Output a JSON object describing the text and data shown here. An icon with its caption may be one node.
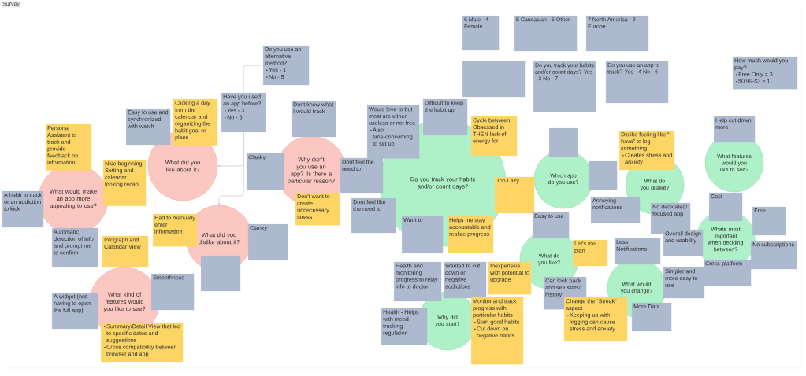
{
  "diagram": {
    "nodes": [
      {
        "text": [
          "6 Male - 4 Female"
        ]
      },
      {
        "text": [
          "5 Caucasian - 5 Other"
        ]
      },
      {
        "text": [
          "7 North America - 3 Europe"
        ]
      },
      {
        "text": [],
        "shape": "box"
      },
      {
        "text": [
          "Do you track your habits and/or count days? Yes - 3 No - 7"
        ]
      },
      {
        "text": [
          "Do you use an app to track? Yes - 4 No - 6"
        ]
      },
      {
        "text": [
          "How much would you pay?",
          "Free Only = 3",
          "$0.99-$3 = 1"
        ]
      },
      {
        "text": [
          "Do you use an alternative method?",
          "Yes - 1",
          "No - 5"
        ]
      },
      {
        "text": [
          "Have you used an app before?",
          "Yes - 3",
          "No - 3"
        ]
      },
      {
        "text": [
          "Easy to use and synchronized with watch"
        ]
      },
      {
        "text": [
          "Clicking a day from the calendar and organizing the habit goal or plans"
        ]
      },
      {
        "text": [
          "What did you like about it?"
        ]
      },
      {
        "text": [
          "Why don't you use an app? Is there a particular reason?"
        ]
      },
      {
        "text": [
          "Dont know what I would track"
        ]
      },
      {
        "text": [
          "Dont feel the need to"
        ]
      },
      {
        "text": [
          "Clanky"
        ]
      },
      {
        "text": [
          "Don't want to create unnecessary stress"
        ]
      },
      {
        "text": [
          "Personal Assistant to track and provide feedback on information"
        ]
      },
      {
        "text": [
          "Nice beginning Setting and calendar looking recap"
        ]
      },
      {
        "text": [
          "What would make an app more appealing to use?"
        ]
      },
      {
        "text": [
          "A habit to track or an addiction to kick"
        ]
      },
      {
        "text": [
          "Automatic detection of info and prompt me to confirm"
        ]
      },
      {
        "text": [
          "Had to manually enter information"
        ]
      },
      {
        "text": [
          "What did you dislike about it?"
        ]
      },
      {
        "text": [
          "Clanky"
        ]
      },
      {
        "text": [],
        "shape": "box"
      },
      {
        "text": [
          "Infograph and Calendar View"
        ]
      },
      {
        "text": [
          "Smoothness"
        ]
      },
      {
        "text": [
          "What kind of features would you like to see?"
        ]
      },
      {
        "text": [
          "A widget (not having to open the full app)"
        ]
      },
      {
        "text": [
          "Summary/Detail View that led to specific dates and suggestions",
          "Cross compatibility between browser and app"
        ]
      },
      {
        "text": [
          "Do you track your habits and/or count days?"
        ]
      },
      {
        "text": [
          "Would love to but most are either useless or not free",
          "Also time-consuming to set up"
        ]
      },
      {
        "text": [
          "Difficult to keep the habit up"
        ]
      },
      {
        "text": [
          "Cycle between: Obsessed in THEN lack of energy for"
        ]
      },
      {
        "text": [
          "Dont feel like the need to"
        ]
      },
      {
        "text": [
          "Too Lazy"
        ]
      },
      {
        "text": [
          "Want to"
        ]
      },
      {
        "text": [
          "Helps me stay accountable and realize progress"
        ]
      },
      {
        "text": [
          "Health and monitoring progress to relay info to doctor"
        ]
      },
      {
        "text": [
          "Wanted to cut down on negative addictions"
        ]
      },
      {
        "text": [
          "Why did you start?"
        ]
      },
      {
        "text": [
          "Health - Helps with mood tracking regulation"
        ]
      },
      {
        "text": [
          "Monitor and track progress with particular habits",
          "Start good habits",
          "Cut down on negative habits"
        ]
      },
      {
        "text": [
          "Which app do you use?"
        ]
      },
      {
        "text": [],
        "shape": "box"
      },
      {
        "text": [],
        "shape": "box"
      },
      {
        "text": [
          "What do you dislike?"
        ]
      },
      {
        "text": [
          "Dislike feeling like “I have” to log something",
          "Creates stress and anxiety"
        ]
      },
      {
        "text": [
          "Annoying notifications"
        ]
      },
      {
        "text": [
          "No dedicated/ focused app"
        ]
      },
      {
        "text": [
          "What features would you like to see?"
        ]
      },
      {
        "text": [
          "Help cut down more"
        ]
      },
      {
        "text": [
          "What do you like?"
        ]
      },
      {
        "text": [
          "Easy to use"
        ]
      },
      {
        "text": [
          "Let's me plan"
        ]
      },
      {
        "text": [
          "Inexpensive with potential to upgrade"
        ]
      },
      {
        "text": [
          "Can look back and see stats/ history"
        ]
      },
      {
        "text": [
          "Whats most important when deciding between?"
        ]
      },
      {
        "text": [
          "Cost"
        ]
      },
      {
        "text": [
          "Free"
        ]
      },
      {
        "text": [
          "Overall design and usability"
        ]
      },
      {
        "text": [
          "No subscriptions"
        ]
      },
      {
        "text": [
          "Cross-platform"
        ]
      },
      {
        "text": [
          "What would you change?"
        ]
      },
      {
        "text": [
          "Less Notifications"
        ]
      },
      {
        "text": [
          "Simpler and more easy to use"
        ]
      },
      {
        "text": [
          "Change the “Streak” aspect",
          "Keeping up with logging can cause stress and anxiety"
        ]
      },
      {
        "text": [
          "More Data"
        ]
      }
    ],
    "edges": [
      {
        "from": 8,
        "to": 7,
        "arrow": "none"
      },
      {
        "from": 8,
        "to": 11,
        "arrow": "to"
      },
      {
        "from": 8,
        "to": 23,
        "arrow": "to"
      }
    ],
    "labels": [
      "Survey"
    ]
  }
}
